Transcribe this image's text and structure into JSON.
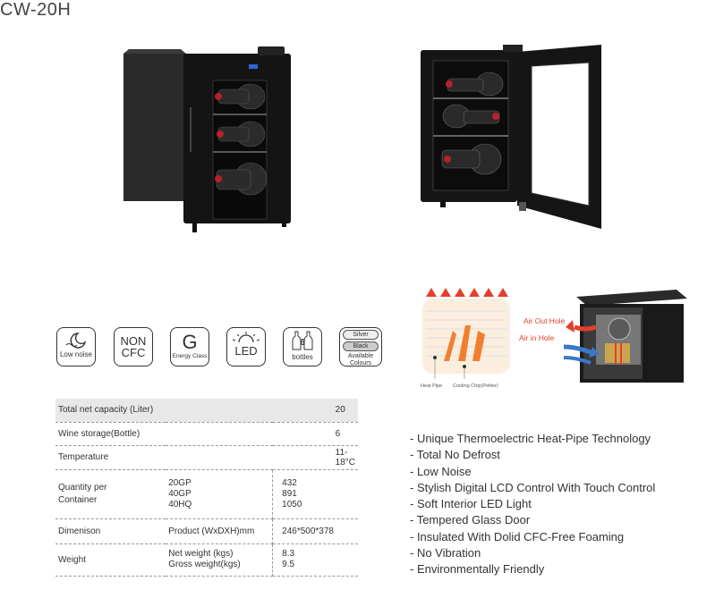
{
  "model": "CW-20H",
  "icons": [
    {
      "name": "low-noise",
      "label": "Low noise"
    },
    {
      "name": "non-cfc",
      "line1": "NON",
      "line2": "CFC"
    },
    {
      "name": "energy-class",
      "letter": "G",
      "label": "Energy Class"
    },
    {
      "name": "led",
      "label": "LED"
    },
    {
      "name": "bottles",
      "count": "6",
      "label": "bottles"
    }
  ],
  "colours": {
    "options": [
      "Silver",
      "Black"
    ],
    "label_line1": "Available",
    "label_line2": "Colours"
  },
  "spec": {
    "capacity": {
      "label": "Total net capacity (Liter)",
      "value": "20"
    },
    "storage": {
      "label": "Wine storage(Bottle)",
      "value": "6"
    },
    "temperature": {
      "label": "Temperature",
      "value": "11-18°C"
    },
    "quantity": {
      "label_line1": "Quantity per",
      "label_line2": "Container",
      "sub": [
        "20GP",
        "40GP",
        "40HQ"
      ],
      "values": [
        "432",
        "891",
        "1050"
      ]
    },
    "dimension": {
      "label": "Dimenison",
      "sub": "Product (WxDXH)mm",
      "value": "246*500*378"
    },
    "weight": {
      "label": "Weight",
      "sub": [
        "Net weight (kgs)",
        "Gross weight(kgs)"
      ],
      "values": [
        "8.3",
        "9.5"
      ]
    }
  },
  "diagram": {
    "heat_pipe": "Heat Pipe",
    "cooling_chip": "Cooling Chip(Peltier)",
    "air_out": "Air Out Hole",
    "air_in": "Air in Hole"
  },
  "features": [
    "- Unique Thermoelectric Heat-Pipe Technology",
    "- Total No Defrost",
    "- Low Noise",
    "- Stylish Digital LCD Control With Touch Control",
    "- Soft Interior LED Light",
    "- Tempered Glass Door",
    "- Insulated With Dolid CFC-Free Foaming",
    "- No Vibration",
    "- Environmentally Friendly"
  ],
  "colors": {
    "accent_red": "#e53f2b",
    "arrow_blue": "#3a78c9",
    "cooler_body": "#1c1c1c"
  }
}
